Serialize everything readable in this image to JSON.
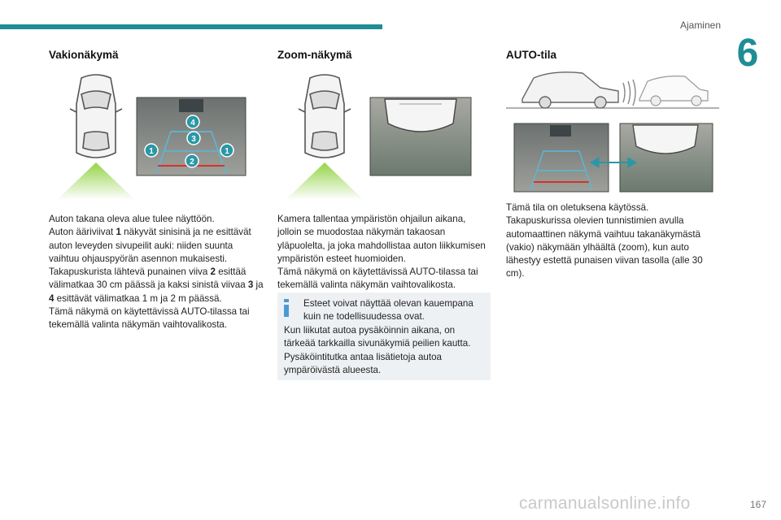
{
  "header": {
    "section": "Ajaminen",
    "chapter_number": "6"
  },
  "col1": {
    "title": "Vakionäkymä",
    "labels": {
      "l4": "4",
      "l3": "3",
      "l1a": "1",
      "l1b": "1",
      "l2": "2"
    },
    "paragraphs": [
      "Auton takana oleva alue tulee näyttöön.",
      "Auton ääriviivat ",
      "1",
      " näkyvät sinisinä ja ne esittävät auton leveyden sivupeilit auki: niiden suunta vaihtuu ohjauspyörän asennon mukaisesti.",
      "Takapuskurista lähtevä punainen viiva ",
      "2",
      " esittää välimatkaa 30 cm päässä ja kaksi sinistä viivaa ",
      "3",
      " ja ",
      "4",
      " esittävät välimatkaa 1 m ja 2 m päässä.",
      "Tämä näkymä on käytettävissä AUTO-tilassa tai tekemällä valinta näkymän vaihtovalikosta."
    ]
  },
  "col2": {
    "title": "Zoom-näkymä",
    "paragraphs": [
      "Kamera tallentaa ympäristön ohjailun aikana, jolloin se muodostaa näkymän takaosan yläpuolelta, ja joka mahdollistaa auton liikkumisen ympäristön esteet huomioiden.",
      "Tämä näkymä on käytettävissä AUTO-tilassa tai tekemällä valinta näkymän vaihtovalikosta."
    ],
    "note": [
      "Esteet voivat näyttää olevan kauempana kuin ne todellisuudessa ovat.",
      "Kun liikutat autoa pysäköinnin aikana, on tärkeää tarkkailla sivunäkymiä peilien kautta.",
      "Pysäköintitutka antaa lisätietoja autoa ympäröivästä alueesta."
    ]
  },
  "col3": {
    "title": "AUTO-tila",
    "paragraphs": [
      "Tämä tila on oletuksena käytössä.",
      "Takapuskurissa olevien tunnistimien avulla automaattinen näkymä vaihtuu takanäkymästä (vakio) näkymään ylhäältä (zoom), kun auto lähestyy estettä punaisen viivan tasolla (alle 30 cm)."
    ]
  },
  "footer": {
    "page_number": "167",
    "watermark": "carmanualsonline.info"
  },
  "colors": {
    "accent": "#1f8d96",
    "badge": "#2a97a5",
    "guide_blue": "#5ab8d6",
    "guide_red": "#d6322c"
  }
}
